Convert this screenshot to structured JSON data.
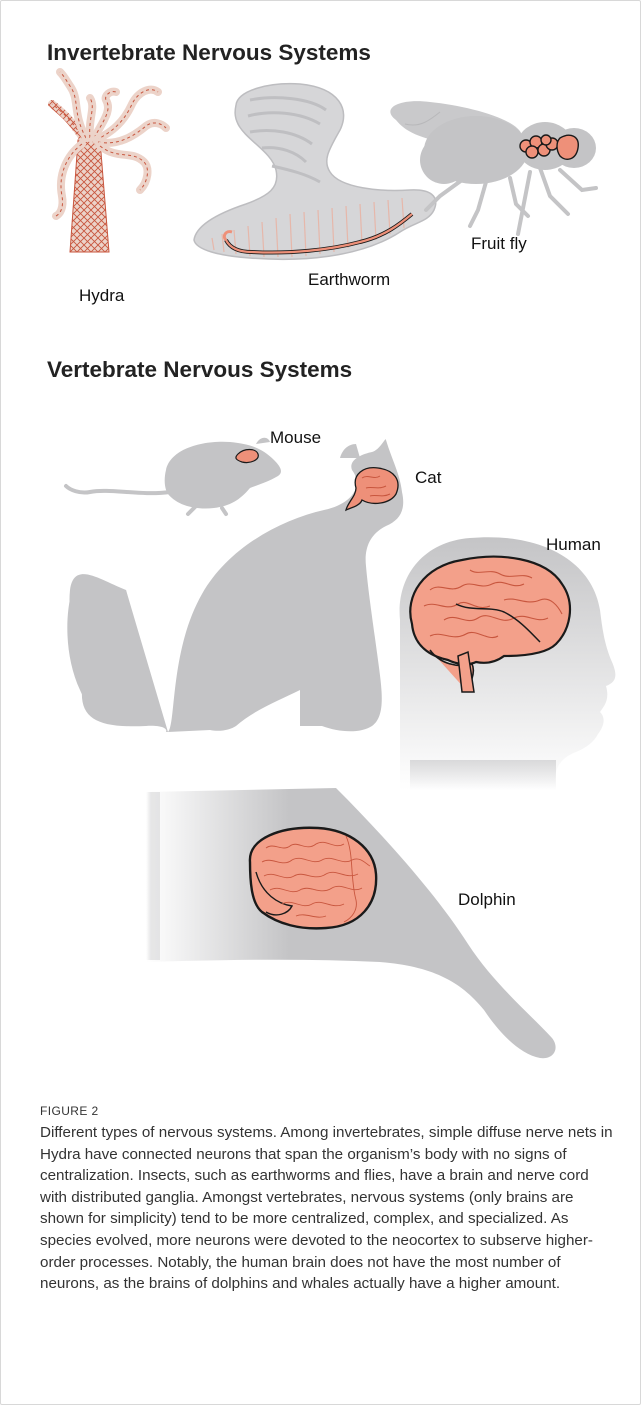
{
  "figure": {
    "heading_invertebrate": "Invertebrate Nervous Systems",
    "heading_vertebrate": "Vertebrate Nervous Systems",
    "labels": {
      "hydra": "Hydra",
      "earthworm": "Earthworm",
      "fruit_fly": "Fruit fly",
      "mouse": "Mouse",
      "cat": "Cat",
      "human": "Human",
      "dolphin": "Dolphin"
    },
    "colors": {
      "silhouette": "#c4c4c6",
      "nerve": "#ee9079",
      "nerve_dark": "#c8563e",
      "brain_fill": "#f3a08a",
      "brain_outline": "#1a1a1a"
    }
  },
  "caption": {
    "title": "FIGURE 2",
    "text": "Different types of nervous systems. Among invertebrates, simple diffuse nerve nets in Hydra have connected neurons that span the organism’s body with no signs of centralization. Insects, such as earthworms and flies, have a brain and nerve cord with distributed ganglia. Amongst vertebrates, nervous systems (only brains are shown for simplicity) tend to be more centralized, complex, and specialized. As species evolved, more neurons were devoted to the neocortex to subserve higher-order processes. Notably, the human brain does not have the most number of neurons, as the brains of dolphins and whales actually have a higher amount."
  }
}
